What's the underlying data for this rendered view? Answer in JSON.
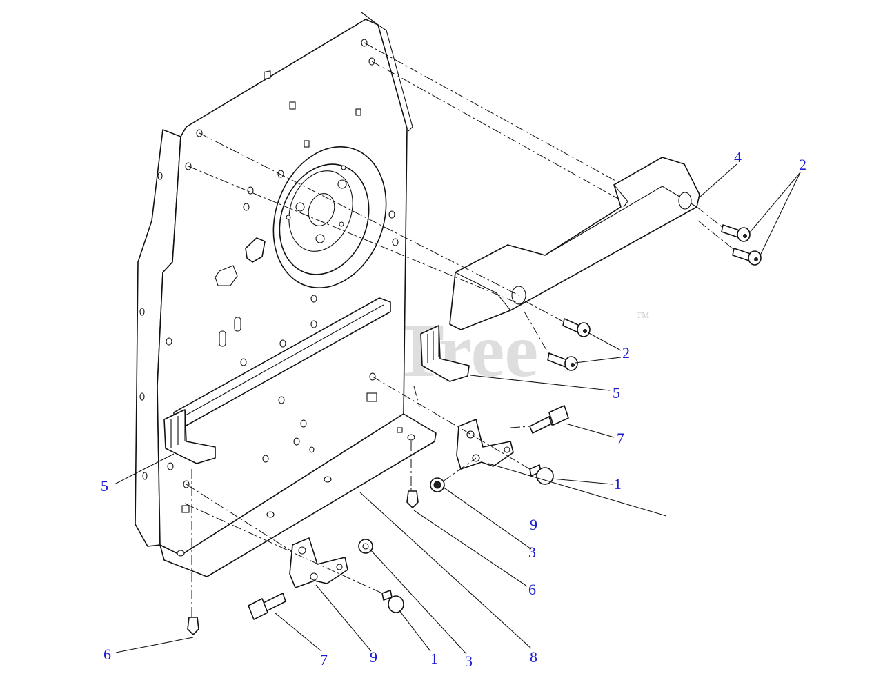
{
  "watermark": {
    "text": "PartsTree",
    "tm": "™"
  },
  "callouts": [
    {
      "id": "c-4",
      "label": "4"
    },
    {
      "id": "c-2a",
      "label": "2"
    },
    {
      "id": "c-2b",
      "label": "2"
    },
    {
      "id": "c-5a",
      "label": "5"
    },
    {
      "id": "c-5b",
      "label": "5"
    },
    {
      "id": "c-7a",
      "label": "7"
    },
    {
      "id": "c-1a",
      "label": "1"
    },
    {
      "id": "c-9a",
      "label": "9"
    },
    {
      "id": "c-3a",
      "label": "3"
    },
    {
      "id": "c-6a",
      "label": "6"
    },
    {
      "id": "c-6b",
      "label": "6"
    },
    {
      "id": "c-7b",
      "label": "7"
    },
    {
      "id": "c-9b",
      "label": "9"
    },
    {
      "id": "c-1b",
      "label": "1"
    },
    {
      "id": "c-3b",
      "label": "3"
    },
    {
      "id": "c-8",
      "label": "8"
    }
  ],
  "colors": {
    "callout": "#1a1ad0",
    "line": "#111111",
    "watermark": "#d9d9d9"
  }
}
